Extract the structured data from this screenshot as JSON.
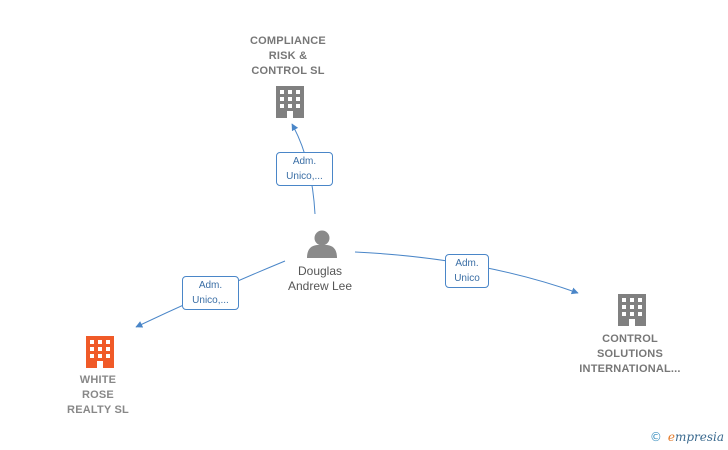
{
  "diagram": {
    "nodes": {
      "compliance": {
        "lines": [
          "COMPLIANCE",
          "RISK &",
          "CONTROL SL"
        ]
      },
      "person": {
        "lines": [
          "Douglas",
          "Andrew Lee"
        ]
      },
      "white_rose": {
        "lines": [
          "WHITE",
          "ROSE",
          "REALTY  SL"
        ]
      },
      "control_solutions": {
        "lines": [
          "CONTROL",
          "SOLUTIONS",
          "INTERNATIONAL..."
        ]
      }
    },
    "edges": {
      "to_compliance": {
        "lines": [
          "Adm.",
          "Unico,..."
        ]
      },
      "to_white_rose": {
        "lines": [
          "Adm.",
          "Unico,..."
        ]
      },
      "to_control_solutions": {
        "lines": [
          "Adm.",
          "Unico"
        ]
      }
    },
    "colors": {
      "edge": "#4a86c8",
      "company_icon": "#808080",
      "highlight_company_icon": "#f05a28",
      "person_icon": "#8a8a8a"
    }
  },
  "footer": {
    "copyright_symbol": "©",
    "brand_initial": "e",
    "brand_rest": "mpresia"
  }
}
